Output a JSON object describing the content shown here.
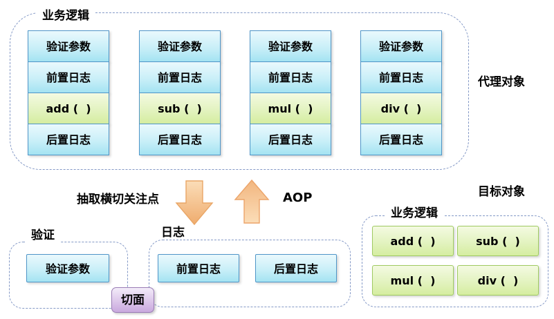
{
  "proxy": {
    "container_label": "业务逻辑",
    "side_label": "代理对象",
    "columns": [
      [
        "验证参数",
        "前置日志",
        "add (  )",
        "后置日志"
      ],
      [
        "验证参数",
        "前置日志",
        "sub (  )",
        "后置日志"
      ],
      [
        "验证参数",
        "前置日志",
        "mul (  )",
        "后置日志"
      ],
      [
        "验证参数",
        "前置日志",
        "div (  )",
        "后置日志"
      ]
    ]
  },
  "middle": {
    "extract_label": "抽取横切关注点",
    "aop_label": "AOP"
  },
  "aspects": {
    "validation": {
      "label": "验证",
      "box": "验证参数"
    },
    "logging": {
      "label": "日志",
      "boxes": [
        "前置日志",
        "后置日志"
      ]
    },
    "badge": "切面"
  },
  "target": {
    "side_label": "目标对象",
    "container_label": "业务逻辑",
    "methods": [
      "add (  )",
      "sub (  )",
      "mul (  )",
      "div (  )"
    ]
  },
  "colors": {
    "blue_box_border": "#4E95C8",
    "blue_box_top": "#EAF9FD",
    "blue_box_bottom": "#A4E3F2",
    "green_box_border": "#9FCA60",
    "green_box_top": "#F4FAE2",
    "green_box_bottom": "#D5EDA0",
    "purple_box_border": "#9A7CB5",
    "purple_box_top": "#F3ECF9",
    "purple_box_bottom": "#C9A9DE",
    "arrow_fill_light": "#FBDDB8",
    "arrow_fill_dark": "#EFAC6E",
    "dashed_border": "#8398C6"
  }
}
